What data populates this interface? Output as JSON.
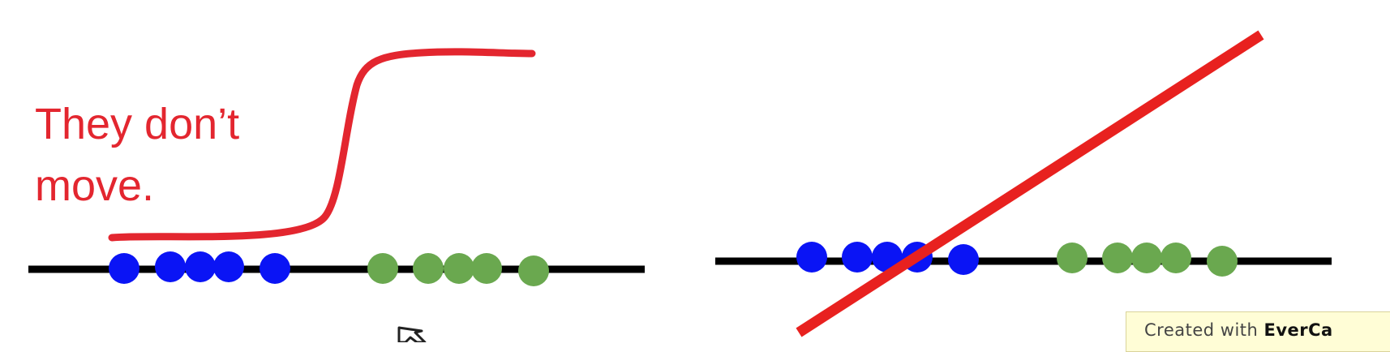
{
  "annotation": {
    "line1": "They don’t",
    "line2": "move."
  },
  "watermark": {
    "prefix": "Created with ",
    "brand": "EverCa"
  },
  "colors": {
    "annotation_red": "#e3262f",
    "axis": "#000000",
    "class_blue": "#0a14f5",
    "class_green": "#6aa84f",
    "watermark_bg": "#fffdd6"
  },
  "panels": [
    {
      "name": "left",
      "blue_points": 5,
      "green_points": 5
    },
    {
      "name": "right",
      "blue_points": 5,
      "green_points": 5
    }
  ],
  "icons": {
    "cursor": "mouse-pointer-icon"
  }
}
